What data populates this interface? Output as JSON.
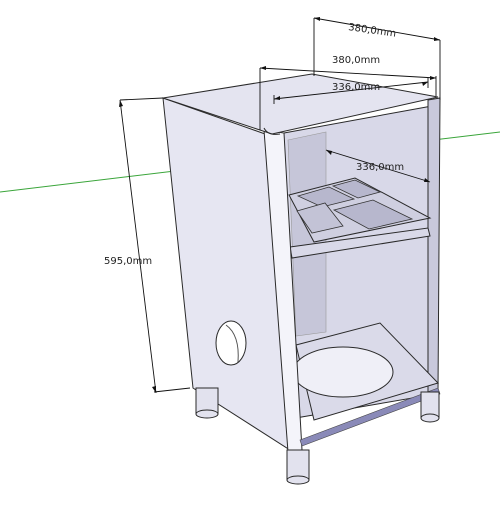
{
  "scene": {
    "background_color": "#ffffff",
    "panel_color": "#e4e4f0",
    "panel_shade_color": "#cfcfdf",
    "interior_color": "#d6d6e6",
    "axis_color": "#3aa53a",
    "accent_strip_color": "#8a8ab8"
  },
  "dimensions": {
    "top_outer_width": "380,0mm",
    "top_depth": "380,0mm",
    "top_inner_width": "336,0mm",
    "inner_depth": "336,0mm",
    "height": "595,0mm"
  }
}
